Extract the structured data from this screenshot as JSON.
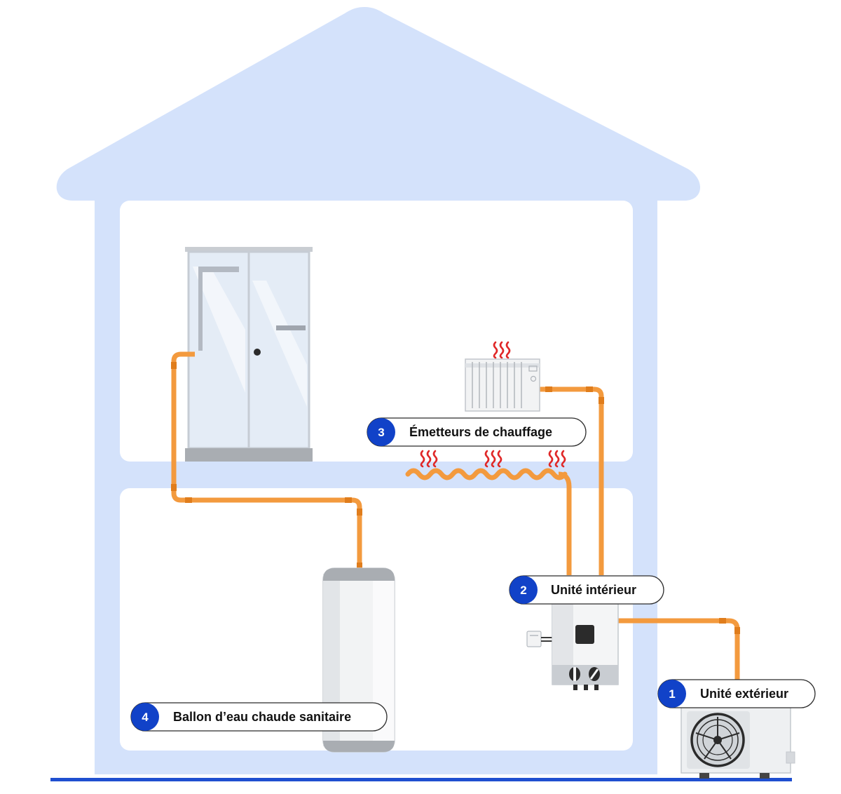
{
  "diagram": {
    "colors": {
      "house": "#d4e2fb",
      "interior": "#ffffff",
      "pipe": "#f39a3e",
      "pipe_joint": "#e07d1c",
      "badge": "#1142c8",
      "ground": "#1f4fd0",
      "heat_waves": "#e02828"
    },
    "labels": [
      {
        "number": "1",
        "text": "Unité extérieur"
      },
      {
        "number": "2",
        "text": "Unité intérieur"
      },
      {
        "number": "3",
        "text": "Émetteurs de chauffage"
      },
      {
        "number": "4",
        "text": "Ballon d’eau chaude sanitaire"
      }
    ],
    "icons": [
      "heat-waves-icon",
      "fan-icon",
      "radiator-icon",
      "shower-icon"
    ]
  }
}
